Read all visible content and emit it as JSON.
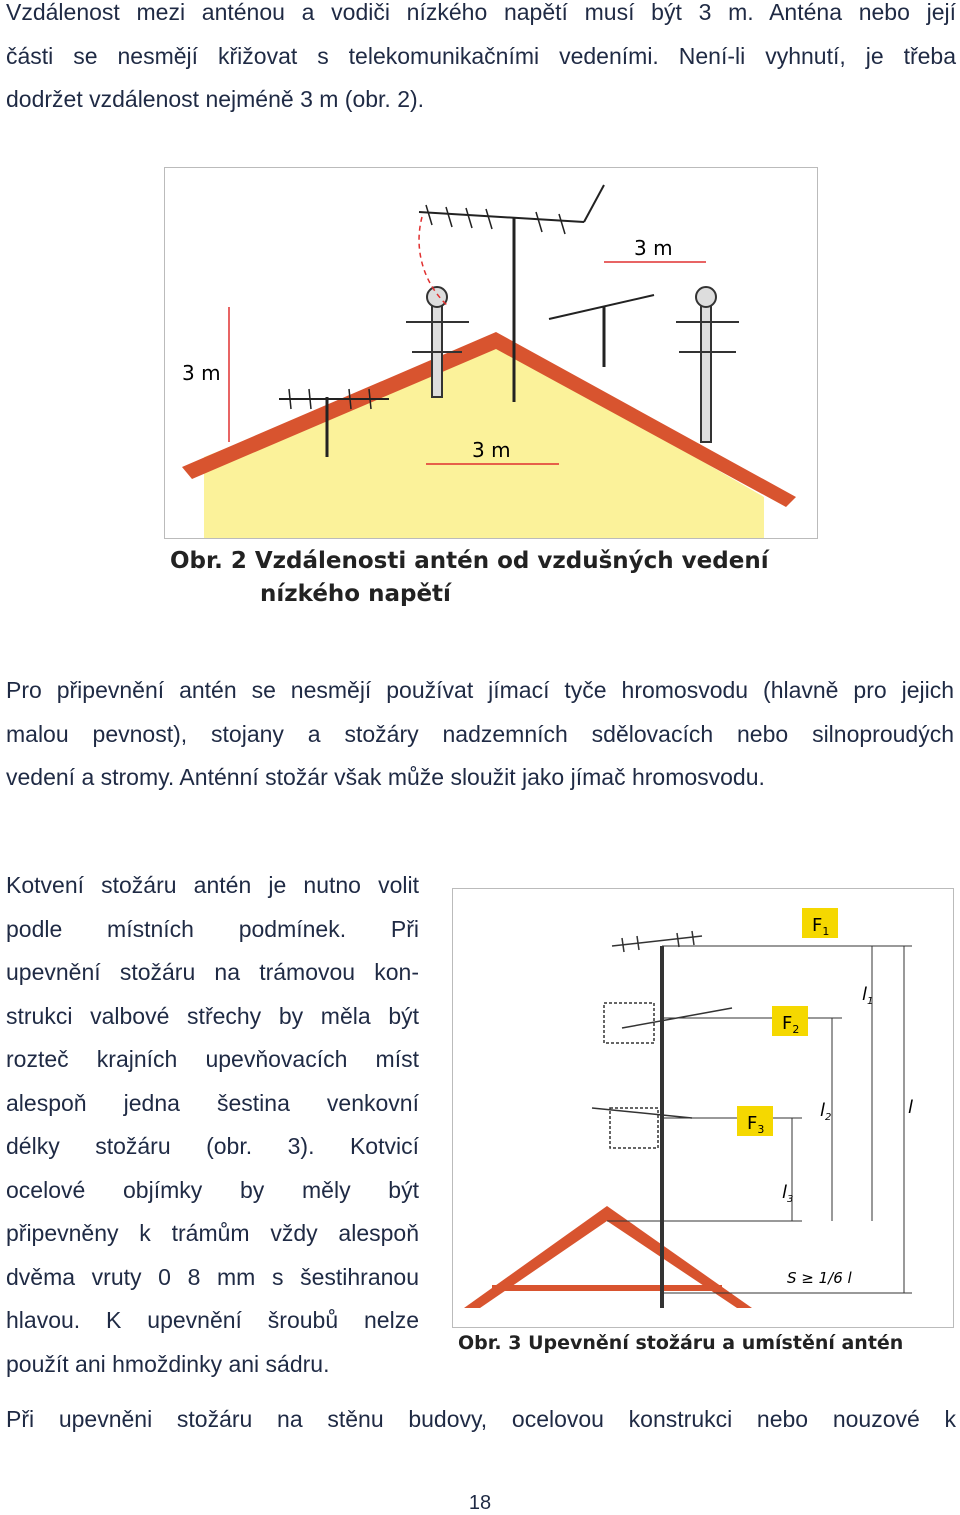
{
  "paragraphs": {
    "intro": [
      "Vzdálenost mezi anténou a vodiči nízkého napětí musí být 3 m. Anténa nebo její",
      "části se nesmějí křižovat s telekomunikačními vedeními. Není-li vyhnutí, je třeba",
      "dodržet vzdálenost nejméně 3 m (obr. 2)."
    ],
    "mounting": [
      "Pro připevnění antén se nesmějí používat jímací tyče hromosvodu (hlavně pro jejich",
      "malou pevnost), stojany a stožáry nadzemních sdělovacích nebo silnoproudých",
      "vedení a stromy. Anténní stožár však může sloužit jako jímač hromosvodu."
    ],
    "anchoring": [
      "Kotvení stožáru antén je nutno volit",
      "podle místních podmínek. Při",
      "upevnění stožáru na trámovou kon-",
      "strukci valbové střechy by měla být",
      "rozteč krajních upevňovacích míst",
      "alespoň jedna šestina venkovní",
      "délky stožáru (obr. 3). Kotvicí",
      "ocelové objímky by měly být",
      "připevněny k trámům vždy alespoň",
      "dvěma vruty 0 8 mm s šestihranou",
      "hlavou. K upevnění šroubů nelze",
      "použít ani hmoždinky ani sádru."
    ],
    "wall": "Při upevněni stožáru na stěnu budovy, ocelovou konstrukci nebo nouzové k"
  },
  "figure2": {
    "caption_line1": "Obr. 2  Vzdálenosti antén od vzdušných vedení",
    "caption_line2": "nízkého napětí",
    "label_top": "3 m",
    "label_left": "3 m",
    "label_mid": "3 m",
    "roof_fill": "#fbf29a",
    "roof_color": "#d8542f",
    "dimension_color": "#e03030"
  },
  "figure3": {
    "caption": "Obr. 3  Upevnění stožáru a umístění antén",
    "label_f1": "F",
    "sub_f1": "1",
    "label_f2": "F",
    "sub_f2": "2",
    "label_f3": "F",
    "sub_f3": "3",
    "label_l1": "l",
    "sub_l1": "1",
    "label_l2": "l",
    "sub_l2": "2",
    "label_l3": "l",
    "sub_l3": "3",
    "label_l": "l",
    "label_s": "S ≥ 1/6 l",
    "badge_color": "#f5d800",
    "truss_color": "#d8542f"
  },
  "page_number": "18"
}
